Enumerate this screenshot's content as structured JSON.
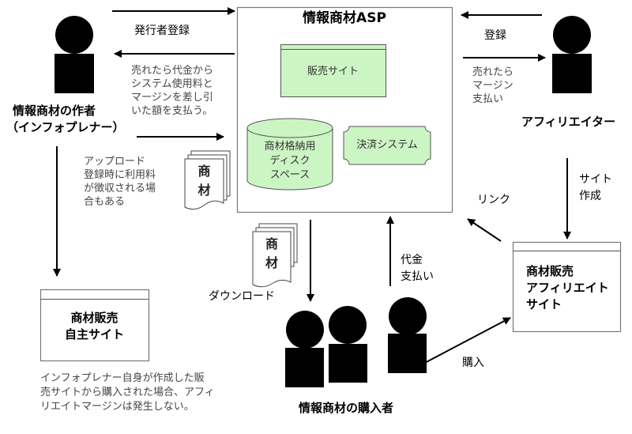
{
  "colors": {
    "green_fill": "#ccf5c4",
    "green_stroke": "#555555",
    "box_stroke": "#777777",
    "ink": "#000000",
    "note_text": "#444444"
  },
  "asp": {
    "title": "情報商材ASP",
    "sales_site": "販売サイト",
    "storage_lines": [
      "商材格納用",
      "ディスク",
      "スペース"
    ],
    "payment_system": "決済システム"
  },
  "author": {
    "name_line1": "情報商材の作者",
    "name_line2": "（インフォプレナー）",
    "icon": "person-icon"
  },
  "affiliater": {
    "name": "アフィリエイター",
    "icon": "person-icon"
  },
  "buyers": {
    "name": "情報商材の購入者",
    "icon": "group-icon"
  },
  "flows": {
    "publisher_register": "発行者登録",
    "payout_note_lines": [
      "売れたら代金から",
      "システム使用料と",
      "マージンを差し引",
      "いた額を支払う。"
    ],
    "affiliate_register": "登録",
    "margin_note_lines": [
      "売れたら",
      "マージン",
      "支払い"
    ],
    "upload_note_lines": [
      "アップロード",
      "登録時に利用料",
      "が徴収される場",
      "合もある"
    ],
    "site_create_lines": [
      "サイト",
      "作成"
    ],
    "link": "リンク",
    "payment_lines": [
      "代金",
      "支払い"
    ],
    "download": "ダウンロード",
    "purchase": "購入"
  },
  "documents": {
    "product_lines": [
      "商",
      "材"
    ]
  },
  "self_site": {
    "lines": [
      "商材販売",
      "自主サイト"
    ],
    "note_lines": [
      "インフォプレナー自身が作成した販",
      "売サイトから購入された場合、アフィ",
      "リエイトマージンは発生しない。"
    ]
  },
  "affiliate_site": {
    "lines": [
      "商材販売",
      "アフィリエイト",
      "サイト"
    ]
  }
}
